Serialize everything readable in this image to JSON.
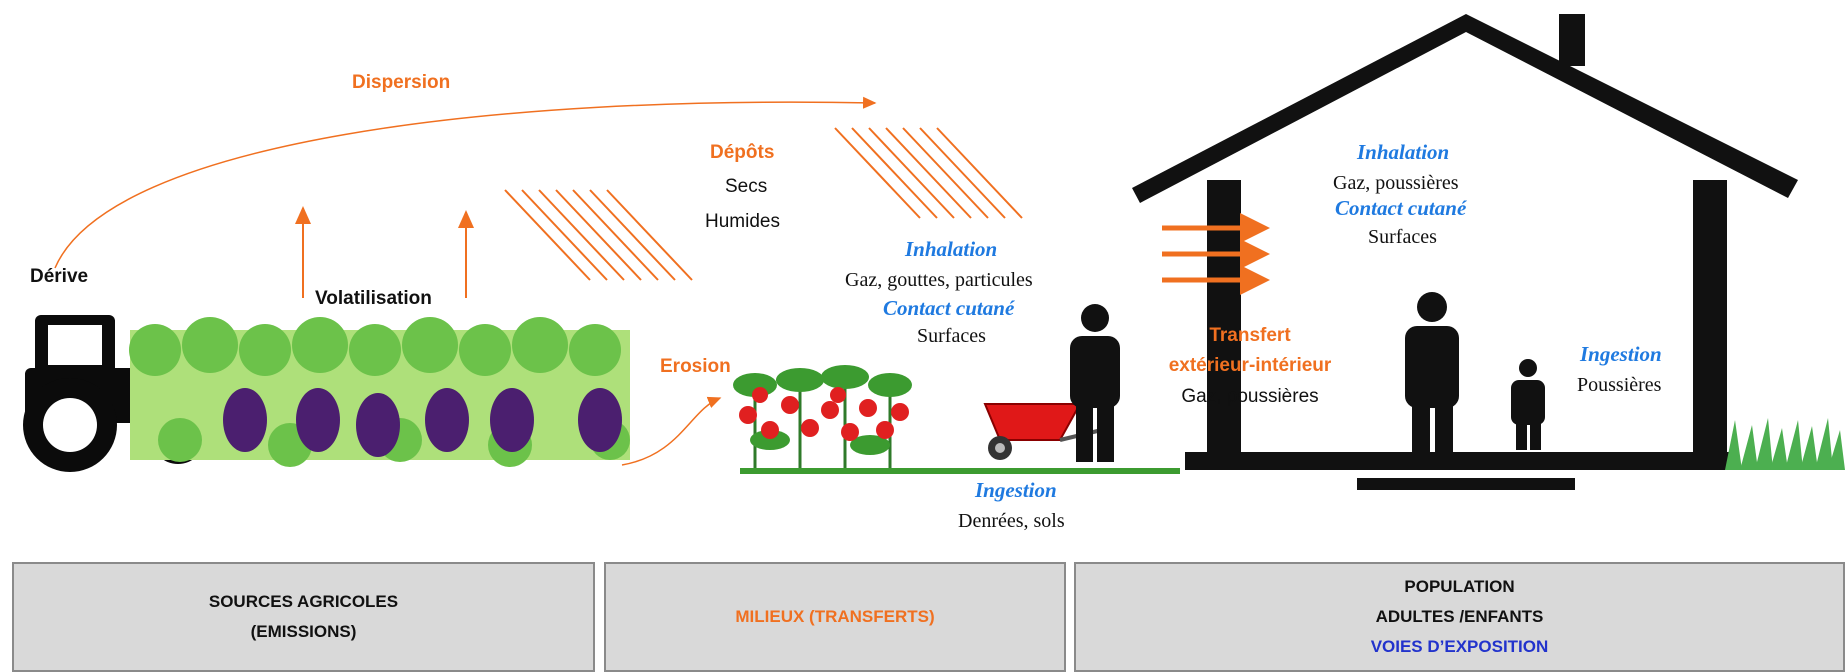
{
  "colors": {
    "orange": "#f07020",
    "blue": "#1f7ae0",
    "dark_blue": "#2233cc",
    "panel_bg": "#d9d9d9",
    "black": "#111111"
  },
  "diagram": {
    "dispersion": "Dispersion",
    "derive": "Dérive",
    "volatilisation": "Volatilisation",
    "depots": {
      "title": "Dépôts",
      "line1": "Secs",
      "line2": "Humides"
    },
    "erosion": "Erosion",
    "outdoor": {
      "inhalation": "Inhalation",
      "inhalation_items": "Gaz, gouttes, particules",
      "contact": "Contact cutané",
      "contact_items": "Surfaces",
      "ingestion": "Ingestion",
      "ingestion_items": "Denrées, sols"
    },
    "transfer": {
      "line1": "Transfert",
      "line2": "extérieur-intérieur",
      "line3": "Gaz, poussières"
    },
    "indoor": {
      "inhalation": "Inhalation",
      "inhalation_items": "Gaz, poussières",
      "contact": "Contact cutané",
      "contact_items": "Surfaces",
      "ingestion": "Ingestion",
      "ingestion_items": "Poussières"
    }
  },
  "panels": {
    "sources": {
      "line1": "SOURCES AGRICOLES",
      "line2": "(EMISSIONS)"
    },
    "milieux": {
      "line1": "MILIEUX (TRANSFERTS)"
    },
    "population": {
      "line1": "POPULATION",
      "line2": "ADULTES /ENFANTS",
      "line3": "VOIES  D’EXPOSITION"
    }
  },
  "icons": [
    "tractor-icon",
    "vine-icon",
    "grape-icon",
    "tomato-plant-icon",
    "wheelbarrow-icon",
    "adult-icon",
    "child-icon",
    "house-icon",
    "grass-icon"
  ]
}
